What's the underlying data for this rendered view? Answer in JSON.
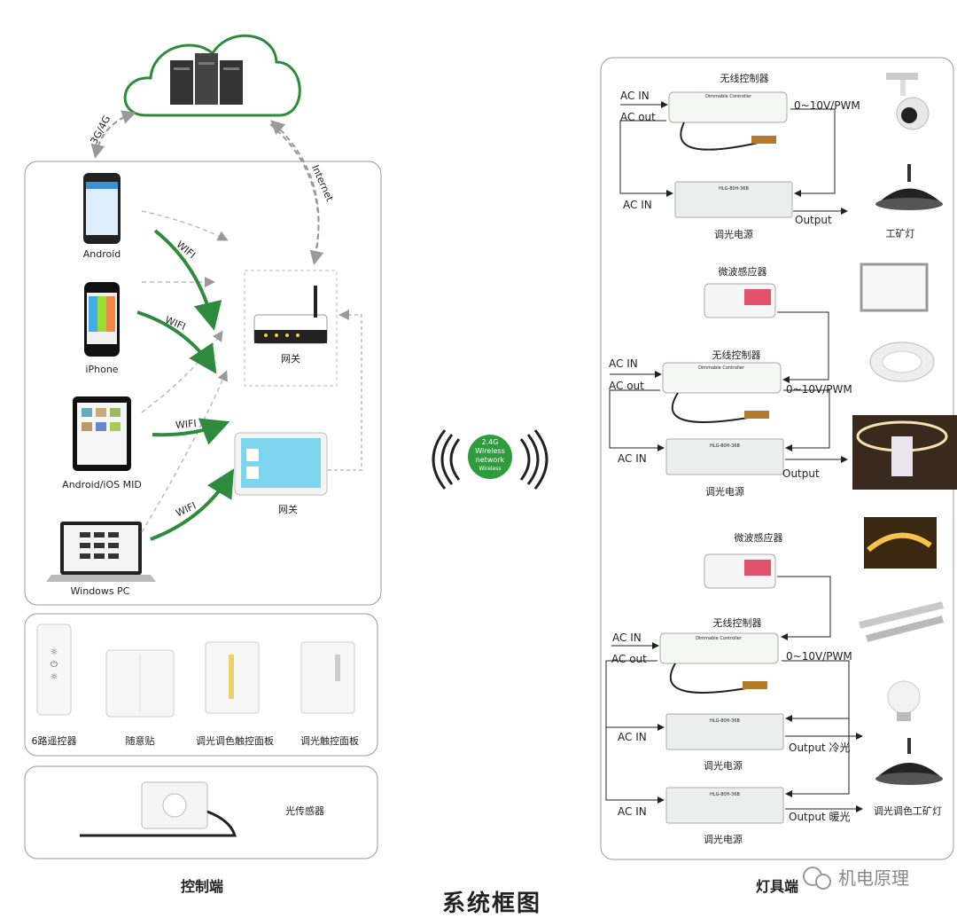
{
  "title": "系统框图",
  "sections": {
    "control": "控制端",
    "lamps": "灯具端"
  },
  "cloud": {
    "link_mobile": "3G/4G",
    "link_internet": "Internet"
  },
  "devices": [
    {
      "label": "Android"
    },
    {
      "label": "iPhone"
    },
    {
      "label": "Android/iOS MID"
    },
    {
      "label": "Windows PC"
    }
  ],
  "wifi": [
    "WIFI",
    "WIFI",
    "WIFI",
    "WIFI"
  ],
  "gateways": {
    "router": "网关",
    "panel": "网关"
  },
  "wireless_badge": {
    "line1": "2.4G",
    "line2": "Wireless",
    "line3": "network",
    "line4": "Wireless"
  },
  "controls": [
    {
      "label": "6路遥控器"
    },
    {
      "label": "随意贴"
    },
    {
      "label": "调光调色触控面板"
    },
    {
      "label": "调光触控面板"
    }
  ],
  "sensor": {
    "label": "光传感器"
  },
  "lamp_blocks": [
    {
      "controller": "无线控制器",
      "driver": "调光电源",
      "ac_in": "AC IN",
      "ac_out": "AC out",
      "driver_in": "AC IN",
      "signal": "0~10V/PWM",
      "output": "Output",
      "lamp": "工矿灯"
    },
    {
      "sensor": "微波感应器",
      "controller": "无线控制器",
      "driver": "调光电源",
      "ac_in": "AC IN",
      "ac_out": "AC out",
      "driver_in": "AC IN",
      "signal": "0~10V/PWM",
      "output": "Output"
    },
    {
      "sensor": "微波感应器",
      "controller": "无线控制器",
      "driver1": "调光电源",
      "driver2": "调光电源",
      "ac_in": "AC IN",
      "ac_out": "AC out",
      "driver1_in": "AC IN",
      "driver2_in": "AC IN",
      "signal": "0~10V/PWM",
      "output_cold": "Output 冷光",
      "output_warm": "Output 暖光",
      "lamp": "调光调色工矿灯"
    }
  ],
  "device_text": {
    "controller_name": "Dimmable Controller",
    "driver_model": "HLG-80H-36B"
  },
  "watermark": "机电原理",
  "colors": {
    "green": "#2e8b3e",
    "panel_border": "#9a9a9a",
    "arrow_gray": "#999999"
  }
}
